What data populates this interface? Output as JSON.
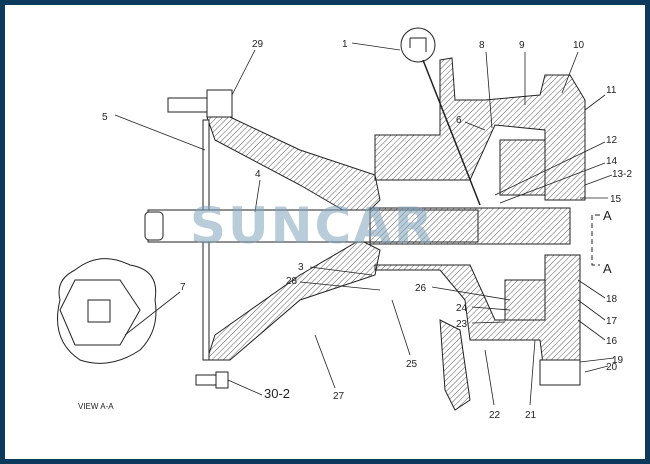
{
  "diagram": {
    "title": "Final drive cross-section",
    "watermark": "SUNCAR",
    "view_label": "VIEW A-A",
    "section_marker": "A",
    "callouts": [
      "1",
      "29",
      "8",
      "9",
      "10",
      "11",
      "5",
      "6",
      "12",
      "14",
      "13-2",
      "15",
      "4",
      "3",
      "28",
      "26",
      "18",
      "24",
      "17",
      "23",
      "16",
      "25",
      "19",
      "20",
      "7",
      "27",
      "30-2",
      "22",
      "21"
    ],
    "colors": {
      "frame": "#0b3a5c",
      "line": "#222222",
      "watermark": "#7fa3bd"
    }
  }
}
